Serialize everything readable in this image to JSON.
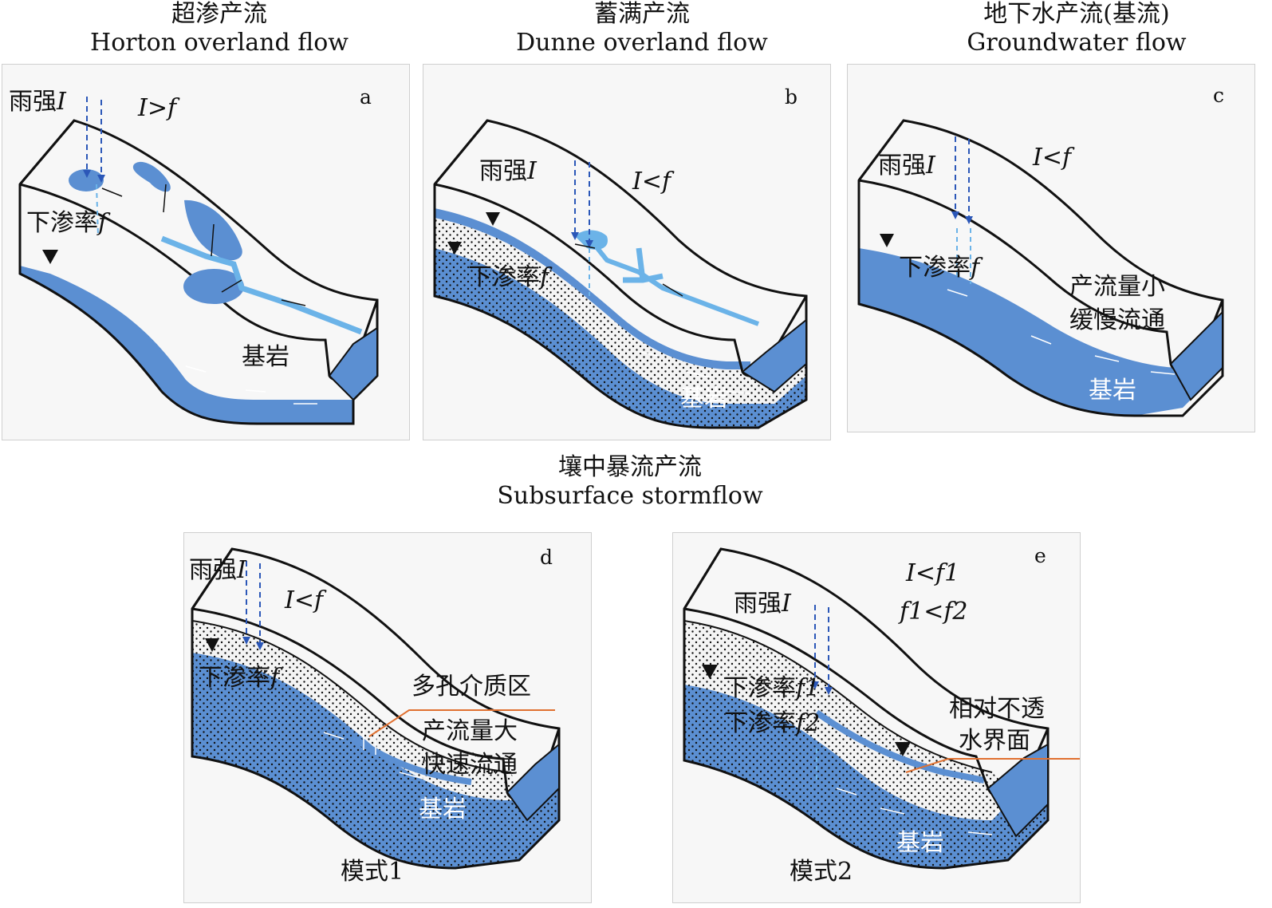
{
  "titles": {
    "a_cn": "超渗产流",
    "a_en": "Horton overland flow",
    "b_cn": "蓄满产流",
    "b_en": "Dunne overland flow",
    "c_cn": "地下水产流(基流)",
    "c_en": "Groundwater flow",
    "de_cn": "壤中暴流产流",
    "de_en": "Subsurface stormflow"
  },
  "panels": {
    "a": {
      "letter": "a",
      "rain": "雨强",
      "rain_sym": "I",
      "cond": "I>f",
      "infil": "下渗率",
      "infil_sym": "f",
      "bedrock": "基岩"
    },
    "b": {
      "letter": "b",
      "rain": "雨强",
      "rain_sym": "I",
      "cond": "I<f",
      "infil": "下渗率",
      "infil_sym": "f",
      "bedrock": "基岩"
    },
    "c": {
      "letter": "c",
      "rain": "雨强",
      "rain_sym": "I",
      "cond": "I<f",
      "infil": "下渗率",
      "infil_sym": "f",
      "note1": "产流量小",
      "note2": "缓慢流通",
      "bedrock": "基岩"
    },
    "d": {
      "letter": "d",
      "rain": "雨强",
      "rain_sym": "I",
      "cond": "I<f",
      "infil": "下渗率",
      "infil_sym": "f",
      "porous": "多孔介质区",
      "note1": "产流量大",
      "note2": "快速流通",
      "bedrock": "基岩",
      "mode": "模式1"
    },
    "e": {
      "letter": "e",
      "rain": "雨强",
      "rain_sym": "I",
      "cond1": "I<f1",
      "cond2": "f1<f2",
      "infil1": "下渗率",
      "infil1_sym": "f1",
      "infil2": "下渗率",
      "infil2_sym": "f2",
      "imperm1": "相对不透",
      "imperm2": "水界面",
      "bedrock": "基岩",
      "mode": "模式2"
    }
  },
  "colors": {
    "water": "#5b8fd2",
    "stream": "#6bb3e8",
    "rain": "#2b57b8",
    "outline": "#111111",
    "boundary_line": "#e07030"
  }
}
